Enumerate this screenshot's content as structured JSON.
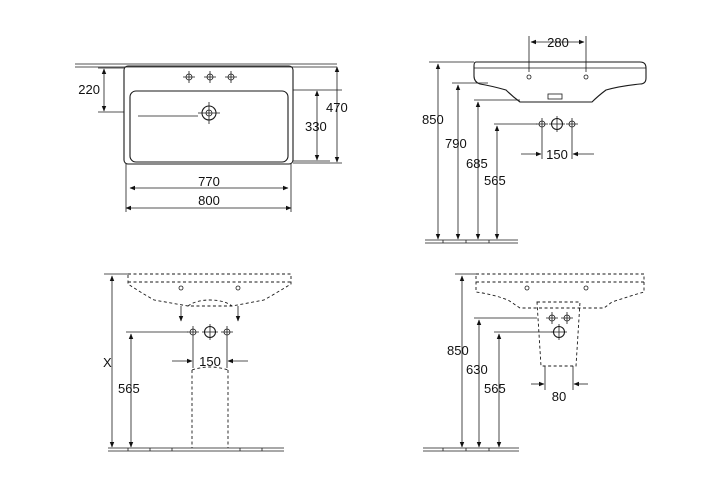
{
  "views": {
    "top": {
      "dim_220": "220",
      "dim_330": "330",
      "dim_470": "470",
      "dim_770": "770",
      "dim_800": "800"
    },
    "side": {
      "dim_280": "280",
      "dim_850": "850",
      "dim_790": "790",
      "dim_685": "685",
      "dim_565": "565",
      "dim_150": "150"
    },
    "front_pedestal": {
      "dim_x": "X",
      "dim_565": "565",
      "dim_150": "150"
    },
    "side_semi_pedestal": {
      "dim_850": "850",
      "dim_630": "630",
      "dim_565": "565",
      "dim_80": "80"
    }
  },
  "colors": {
    "line": "#1a1a1a",
    "background": "#ffffff"
  }
}
